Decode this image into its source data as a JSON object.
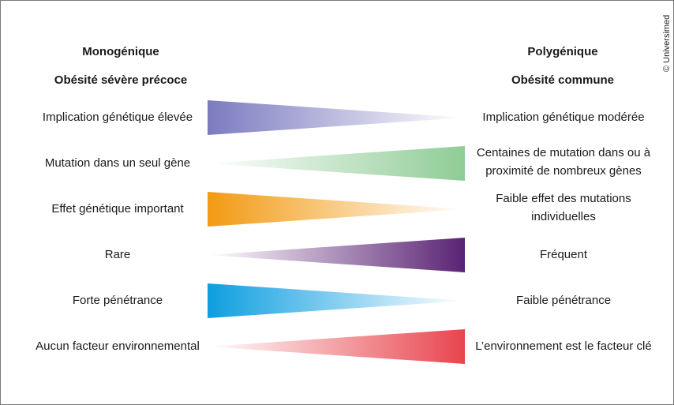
{
  "header": {
    "left_title": "Monogénique",
    "left_subtitle": "Obésité sévère précoce",
    "right_title": "Polygénique",
    "right_subtitle": "Obésité commune"
  },
  "rows": [
    {
      "left": "Implication génétique élevée",
      "right_lines": [
        "Implication génétique modérée"
      ],
      "wide_side": "left",
      "color": "#7b7bc0"
    },
    {
      "left": "Mutation dans un seul gène",
      "right_lines": [
        "Centaines de mutation dans ou à",
        "proximité de nombreux gènes"
      ],
      "wide_side": "right",
      "color": "#8fcc96"
    },
    {
      "left": "Effet génétique important",
      "right_lines": [
        "Faible effet des mutations",
        "individuelles"
      ],
      "wide_side": "left",
      "color": "#f29a12"
    },
    {
      "left": "Rare",
      "right_lines": [
        "Fréquent"
      ],
      "wide_side": "right",
      "color": "#5a2374"
    },
    {
      "left": "Forte pénétrance",
      "right_lines": [
        "Faible pénétrance"
      ],
      "wide_side": "left",
      "color": "#0e9ee0"
    },
    {
      "left": "Aucun facteur environnemental",
      "right_lines": [
        "L’environnement est le facteur clé"
      ],
      "wide_side": "right",
      "color": "#e8454e"
    }
  ],
  "credit": "© Universimed"
}
